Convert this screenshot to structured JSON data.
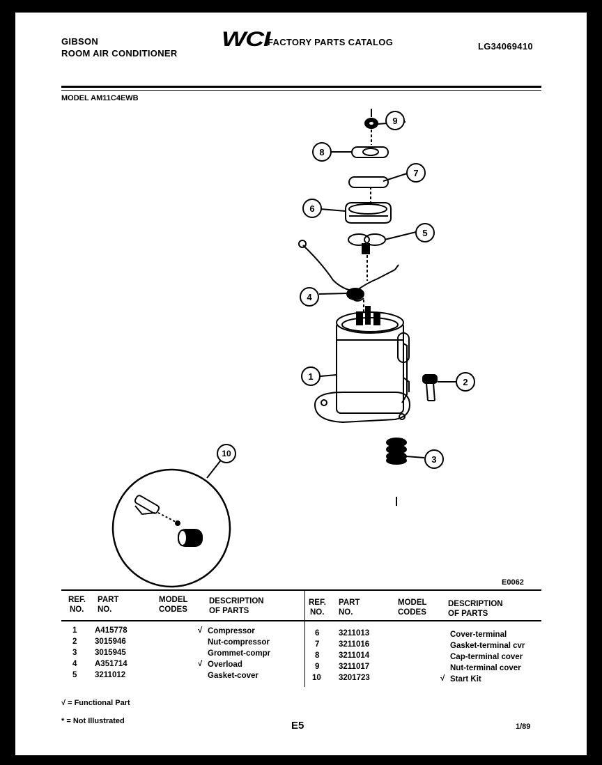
{
  "header": {
    "brand": "GIBSON",
    "product": "ROOM AIR CONDITIONER",
    "logo_text": "WCI",
    "catalog_title": "FACTORY PARTS CATALOG",
    "catalog_number": "LG34069410",
    "model": "MODEL AM11C4EWB"
  },
  "diagram": {
    "callouts": [
      "1",
      "2",
      "3",
      "4",
      "5",
      "6",
      "7",
      "8",
      "9",
      "10"
    ],
    "figure_code": "E0062"
  },
  "table": {
    "left_headers": {
      "ref": [
        "REF.",
        "NO."
      ],
      "part": [
        "PART",
        "NO."
      ],
      "codes": [
        "MODEL",
        "CODES"
      ],
      "desc": [
        "DESCRIPTION",
        "OF PARTS"
      ]
    },
    "right_headers": {
      "ref": [
        "REF.",
        "NO."
      ],
      "part": [
        "PART",
        "NO."
      ],
      "codes": [
        "MODEL",
        "CODES"
      ],
      "desc": [
        "DESCRIPTION",
        "OF PARTS"
      ]
    },
    "left_rows": [
      {
        "ref": "1",
        "part": "A415778",
        "check": "√",
        "desc": "Compressor"
      },
      {
        "ref": "2",
        "part": "3015946",
        "check": "",
        "desc": "Nut-compressor"
      },
      {
        "ref": "3",
        "part": "3015945",
        "check": "",
        "desc": "Grommet-compr"
      },
      {
        "ref": "4",
        "part": "A351714",
        "check": "√",
        "desc": "Overload"
      },
      {
        "ref": "5",
        "part": "3211012",
        "check": "",
        "desc": "Gasket-cover"
      }
    ],
    "right_rows": [
      {
        "ref": "6",
        "part": "3211013",
        "check": "",
        "desc": "Cover-terminal"
      },
      {
        "ref": "7",
        "part": "3211016",
        "check": "",
        "desc": "Gasket-terminal cvr"
      },
      {
        "ref": "8",
        "part": "3211014",
        "check": "",
        "desc": "Cap-terminal cover"
      },
      {
        "ref": "9",
        "part": "3211017",
        "check": "",
        "desc": "Nut-terminal cover"
      },
      {
        "ref": "10",
        "part": "3201723",
        "check": "√",
        "desc": "Start Kit"
      }
    ]
  },
  "footer": {
    "note1": "√ = Functional Part",
    "note2": "* = Not Illustrated",
    "page_code": "E5",
    "date": "1/89"
  }
}
